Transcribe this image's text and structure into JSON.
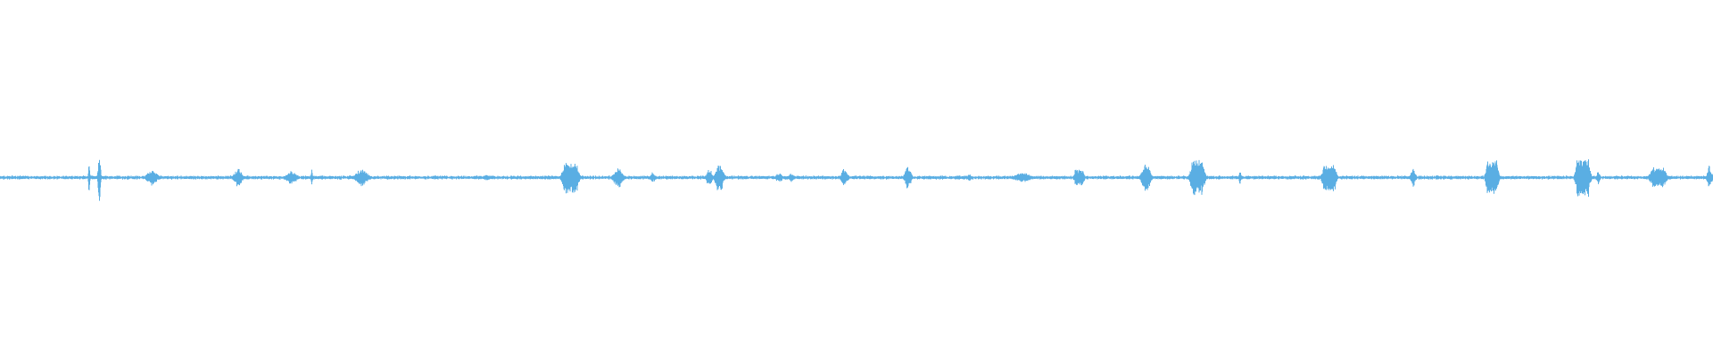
{
  "waveform": {
    "color": "#5aaee3",
    "background": "#ffffff",
    "baseline_amplitude": 0.012,
    "bursts": [
      {
        "t": 0.052,
        "amp": 0.1,
        "dur": 0.0015,
        "shape": "spike"
      },
      {
        "t": 0.058,
        "amp": 0.17,
        "dur": 0.0025,
        "shape": "spike"
      },
      {
        "t": 0.089,
        "amp": 0.05,
        "dur": 0.008,
        "shape": "blob"
      },
      {
        "t": 0.139,
        "amp": 0.06,
        "dur": 0.006,
        "shape": "blob"
      },
      {
        "t": 0.17,
        "amp": 0.04,
        "dur": 0.009,
        "shape": "blob"
      },
      {
        "t": 0.182,
        "amp": 0.05,
        "dur": 0.002,
        "shape": "spike"
      },
      {
        "t": 0.211,
        "amp": 0.05,
        "dur": 0.01,
        "shape": "blob"
      },
      {
        "t": 0.254,
        "amp": 0.02,
        "dur": 0.002,
        "shape": "spike"
      },
      {
        "t": 0.284,
        "amp": 0.02,
        "dur": 0.006,
        "shape": "blob"
      },
      {
        "t": 0.333,
        "amp": 0.09,
        "dur": 0.008,
        "shape": "block"
      },
      {
        "t": 0.361,
        "amp": 0.06,
        "dur": 0.007,
        "shape": "blob"
      },
      {
        "t": 0.381,
        "amp": 0.03,
        "dur": 0.004,
        "shape": "blob"
      },
      {
        "t": 0.414,
        "amp": 0.06,
        "dur": 0.004,
        "shape": "blob"
      },
      {
        "t": 0.42,
        "amp": 0.1,
        "dur": 0.006,
        "shape": "blob"
      },
      {
        "t": 0.455,
        "amp": 0.03,
        "dur": 0.006,
        "shape": "blob"
      },
      {
        "t": 0.462,
        "amp": 0.03,
        "dur": 0.004,
        "shape": "blob"
      },
      {
        "t": 0.493,
        "amp": 0.06,
        "dur": 0.005,
        "shape": "blob"
      },
      {
        "t": 0.53,
        "amp": 0.07,
        "dur": 0.005,
        "shape": "blob"
      },
      {
        "t": 0.56,
        "amp": 0.02,
        "dur": 0.002,
        "shape": "spike"
      },
      {
        "t": 0.566,
        "amp": 0.03,
        "dur": 0.003,
        "shape": "spike"
      },
      {
        "t": 0.597,
        "amp": 0.03,
        "dur": 0.014,
        "shape": "blob"
      },
      {
        "t": 0.63,
        "amp": 0.05,
        "dur": 0.005,
        "shape": "block"
      },
      {
        "t": 0.669,
        "amp": 0.11,
        "dur": 0.006,
        "shape": "blob"
      },
      {
        "t": 0.699,
        "amp": 0.1,
        "dur": 0.007,
        "shape": "block"
      },
      {
        "t": 0.724,
        "amp": 0.05,
        "dur": 0.002,
        "shape": "spike"
      },
      {
        "t": 0.776,
        "amp": 0.08,
        "dur": 0.007,
        "shape": "block"
      },
      {
        "t": 0.825,
        "amp": 0.06,
        "dur": 0.004,
        "shape": "blob"
      },
      {
        "t": 0.871,
        "amp": 0.11,
        "dur": 0.006,
        "shape": "block"
      },
      {
        "t": 0.924,
        "amp": 0.12,
        "dur": 0.007,
        "shape": "block"
      },
      {
        "t": 0.933,
        "amp": 0.04,
        "dur": 0.003,
        "shape": "blob"
      },
      {
        "t": 0.968,
        "amp": 0.06,
        "dur": 0.008,
        "shape": "block"
      },
      {
        "t": 0.998,
        "amp": 0.07,
        "dur": 0.004,
        "shape": "blob"
      }
    ]
  }
}
